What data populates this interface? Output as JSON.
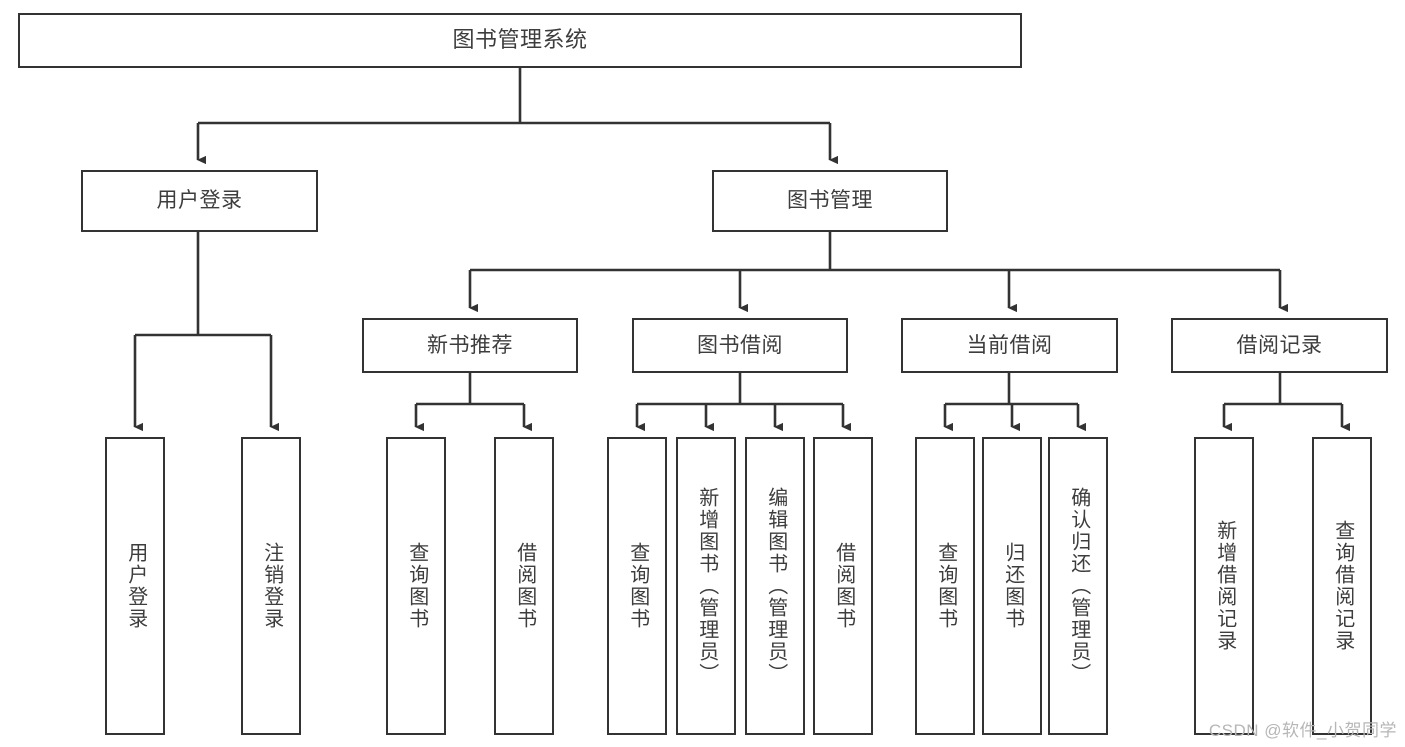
{
  "diagram": {
    "title": "图书管理系统",
    "stroke_color": "#333333",
    "background_color": "#ffffff",
    "text_color": "#3d3d3d",
    "watermark": "CSDN @软件_小贺同学",
    "nodes": {
      "root": {
        "label": "图书管理系统"
      },
      "level2": [
        {
          "id": "user-login",
          "label": "用户登录"
        },
        {
          "id": "book-management",
          "label": "图书管理"
        }
      ],
      "level3": [
        {
          "id": "new-book-recommend",
          "label": "新书推荐"
        },
        {
          "id": "book-borrow",
          "label": "图书借阅"
        },
        {
          "id": "current-borrow",
          "label": "当前借阅"
        },
        {
          "id": "borrow-record",
          "label": "借阅记录"
        }
      ],
      "leaves": {
        "user_login": [
          {
            "id": "leaf-user-login",
            "label": "用户登录"
          },
          {
            "id": "leaf-logout-login",
            "label": "注销登录"
          }
        ],
        "new_book_recommend": [
          {
            "id": "leaf-query-book-1",
            "label": "查询图书"
          },
          {
            "id": "leaf-borrow-book-1",
            "label": "借阅图书"
          }
        ],
        "book_borrow": [
          {
            "id": "leaf-query-book-2",
            "label": "查询图书"
          },
          {
            "id": "leaf-add-book",
            "label": "新增图书（管理员）"
          },
          {
            "id": "leaf-edit-book",
            "label": "编辑图书（管理员）"
          },
          {
            "id": "leaf-borrow-book-2",
            "label": "借阅图书"
          }
        ],
        "current_borrow": [
          {
            "id": "leaf-query-book-3",
            "label": "查询图书"
          },
          {
            "id": "leaf-return-book",
            "label": "归还图书"
          },
          {
            "id": "leaf-confirm-return",
            "label": "确认归还（管理员）"
          }
        ],
        "borrow_record": [
          {
            "id": "leaf-add-record",
            "label": "新增借阅记录"
          },
          {
            "id": "leaf-query-record",
            "label": "查询借阅记录"
          }
        ]
      }
    }
  }
}
